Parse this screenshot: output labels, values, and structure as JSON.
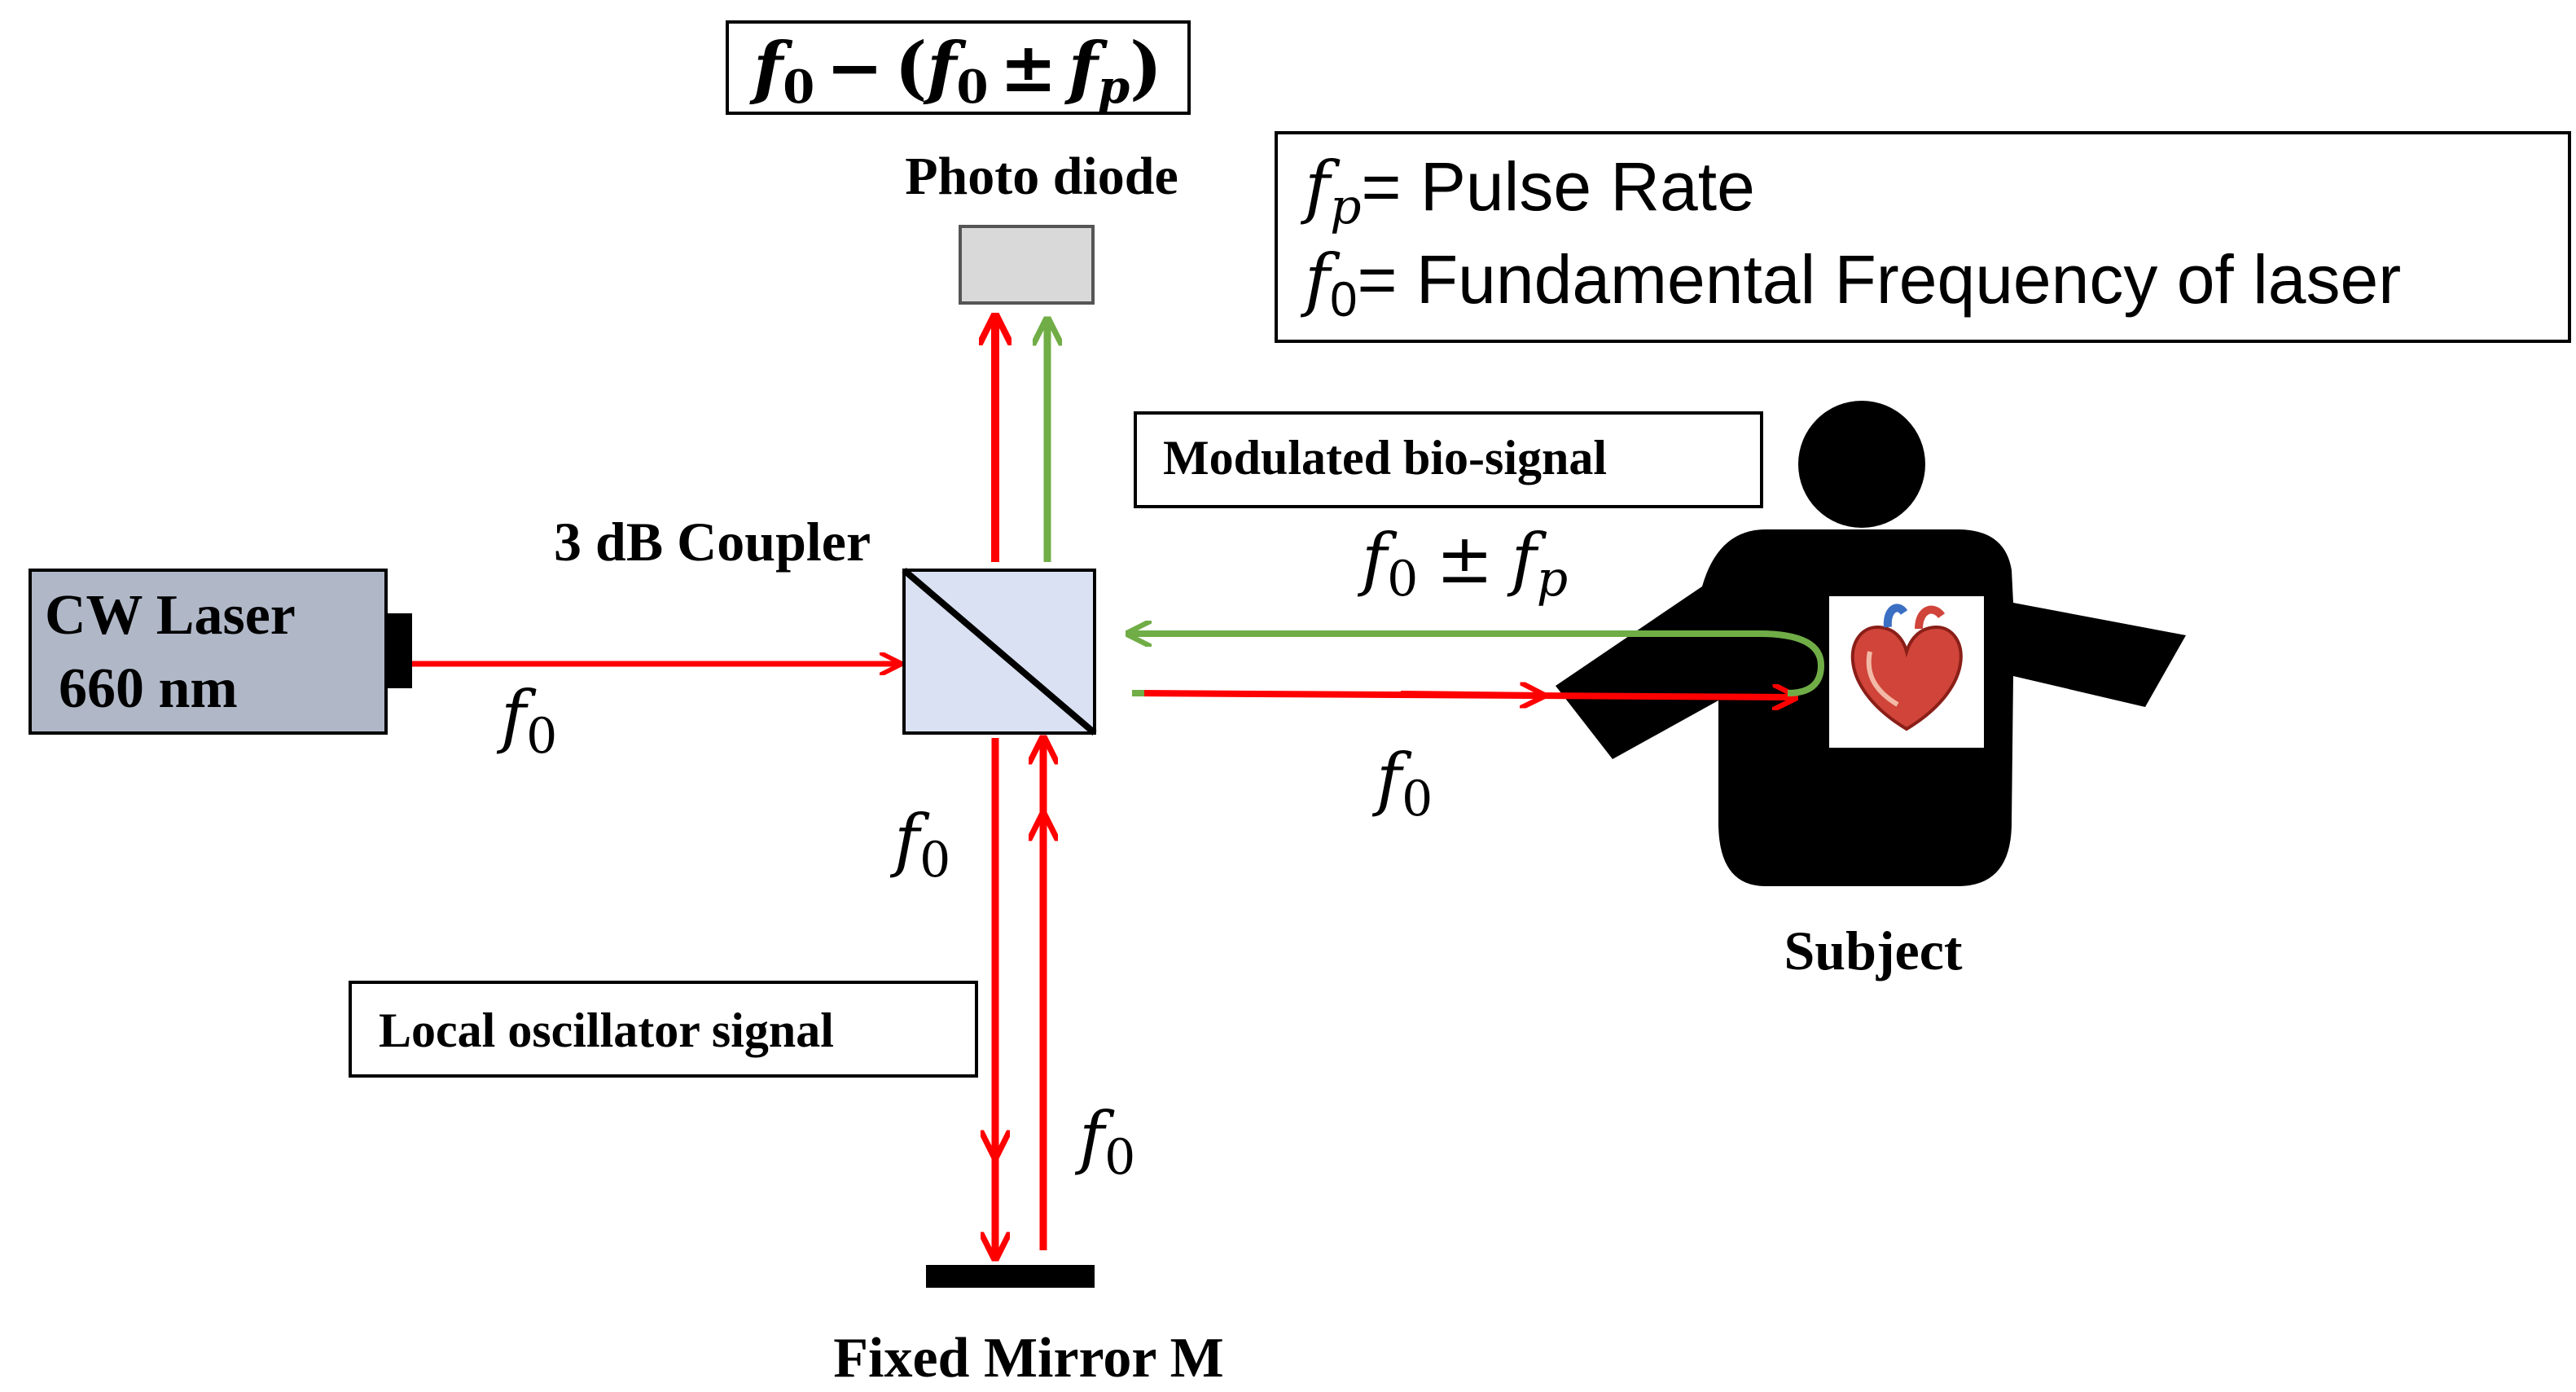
{
  "equation_box": {
    "f": "f",
    "sub0": "0",
    "minus": "−",
    "open": "(",
    "pm": "±",
    "subp": "p",
    "close": ")"
  },
  "photodiode": {
    "label": "Photo diode"
  },
  "legend": {
    "line1_symbol": "f",
    "line1_sub": "p",
    "line1_text": "= Pulse Rate",
    "line2_symbol": "f",
    "line2_sub": "0",
    "line2_text": "= Fundamental Frequency of laser"
  },
  "laser": {
    "line1": "CW Laser",
    "line2": "660 nm"
  },
  "coupler": {
    "label": "3 dB Coupler"
  },
  "modulated_label": "Modulated bio-signal",
  "local_osc_label": "Local oscillator signal",
  "mirror": {
    "label": "Fixed Mirror M"
  },
  "subject": {
    "label": "Subject"
  },
  "freq_labels": {
    "f": "f",
    "sub0": "0",
    "subp": "p",
    "pm": "±"
  },
  "colors": {
    "red_beam": "#ff0000",
    "green_beam": "#70ad47",
    "laser_fill": "#b0b8c8",
    "coupler_fill": "#d9e1f2",
    "photodiode_fill": "#d9d9d9",
    "subject_fill": "#000000"
  }
}
